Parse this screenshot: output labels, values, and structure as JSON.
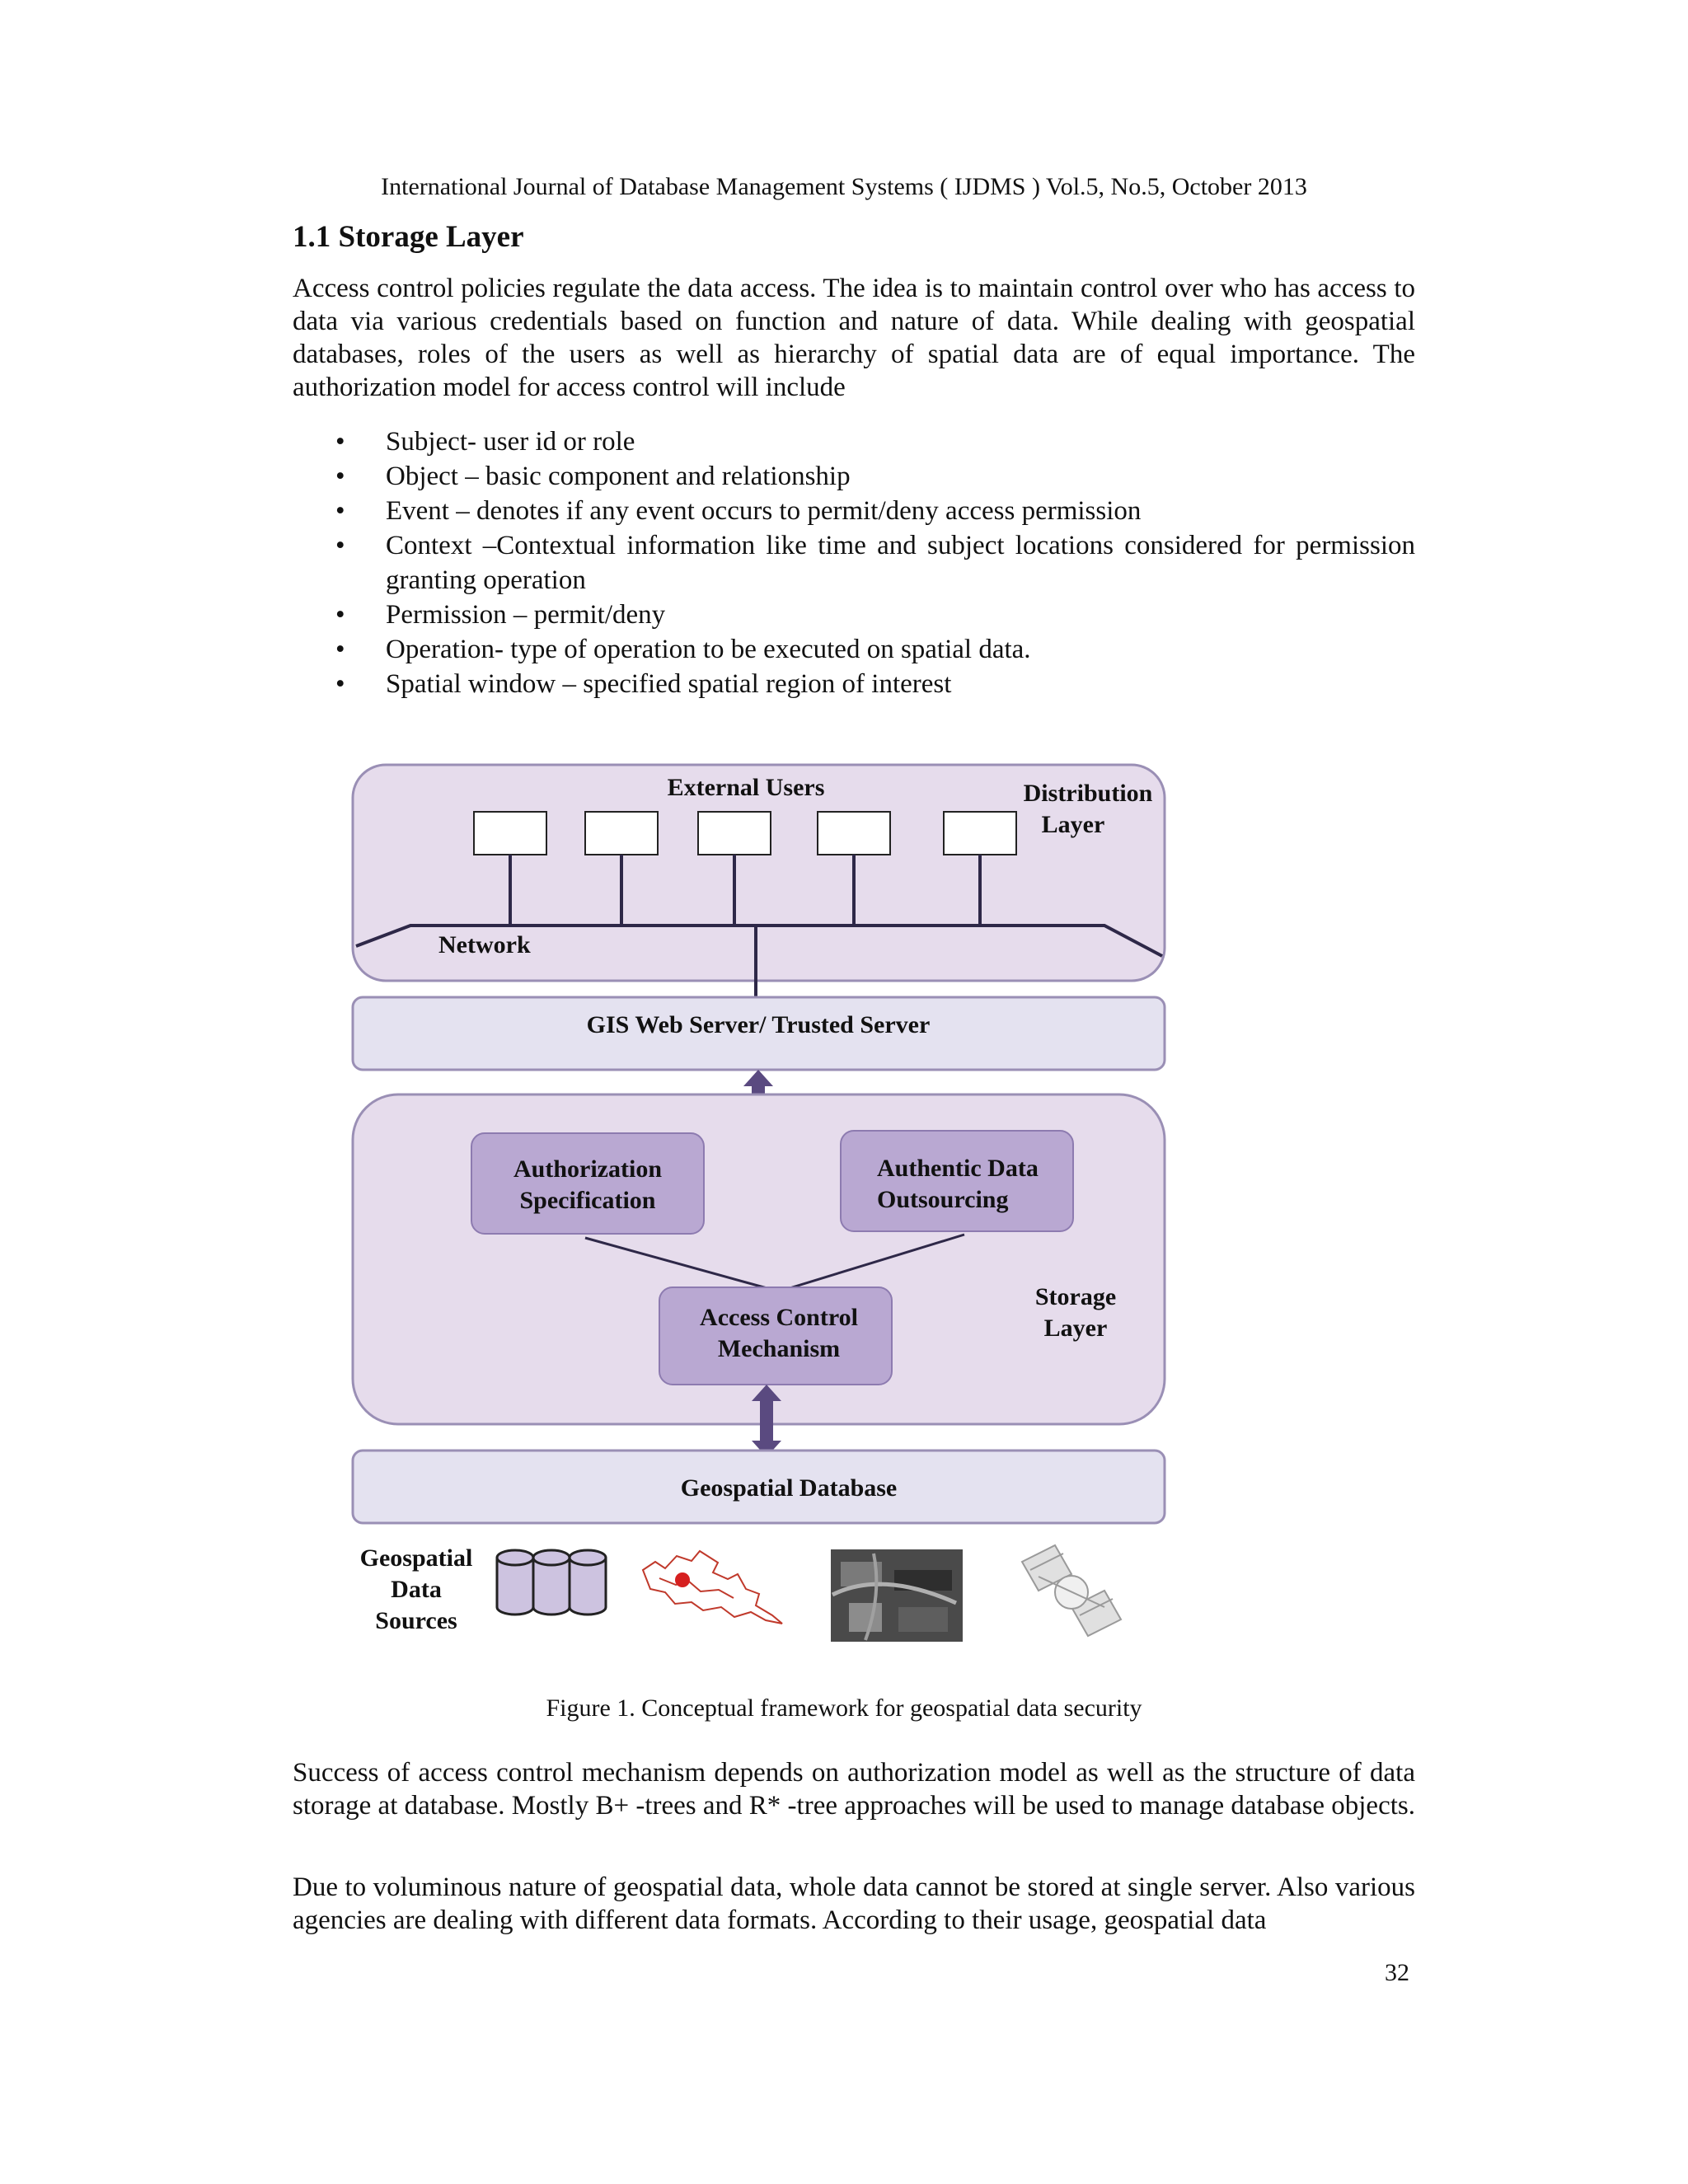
{
  "header": "International Journal of Database Management Systems ( IJDMS ) Vol.5, No.5, October 2013",
  "section_title": "1.1 Storage Layer",
  "paragraphs": {
    "p1": "Access control policies regulate the data access. The idea is to maintain control over who has access to data via various credentials based on function and nature of data. While dealing with geospatial databases, roles of the users as well as hierarchy of spatial data are of equal importance. The authorization model for access control will include",
    "p2": "Success of access control mechanism depends on authorization model as well as the structure of data storage at database. Mostly B+ -trees and R* -tree approaches will be used to manage database objects.",
    "p3": "Due to voluminous nature of geospatial data, whole data cannot be stored at single server. Also various agencies are dealing with different data formats. According to their usage, geospatial data"
  },
  "bullets": [
    "Subject- user id or role",
    "Object  – basic component and relationship",
    "Event – denotes if any event occurs to permit/deny access permission",
    "Context –Contextual information like time and subject locations considered for permission granting operation",
    "Permission – permit/deny",
    "Operation- type of operation to be executed on spatial data.",
    "Spatial  window – specified spatial region of interest"
  ],
  "bullet_glyph": "•",
  "figure": {
    "external_users": "External Users",
    "distribution_layer_1": "Distribution",
    "distribution_layer_2": "Layer",
    "network": "Network",
    "gis_server": "GIS Web Server/ Trusted Server",
    "authorization_1": "Authorization",
    "authorization_2": "Specification",
    "authentic_1": "Authentic Data",
    "authentic_2": "Outsourcing",
    "access_control_1": "Access Control",
    "access_control_2": "Mechanism",
    "storage_layer_1": "Storage",
    "storage_layer_2": "Layer",
    "geospatial_database": "Geospatial   Database",
    "sources_1": "Geospatial",
    "sources_2": "Data",
    "sources_3": "Sources",
    "colors": {
      "layer_fill": "#e6dcec",
      "layer_border": "#9a8fb5",
      "server_fill": "#e4e2f0",
      "box_fill": "#b9a8d2",
      "arrow": "#5a4a80",
      "line": "#2e2848"
    }
  },
  "caption": "Figure 1.   Conceptual framework for geospatial data security",
  "page_number": "32"
}
